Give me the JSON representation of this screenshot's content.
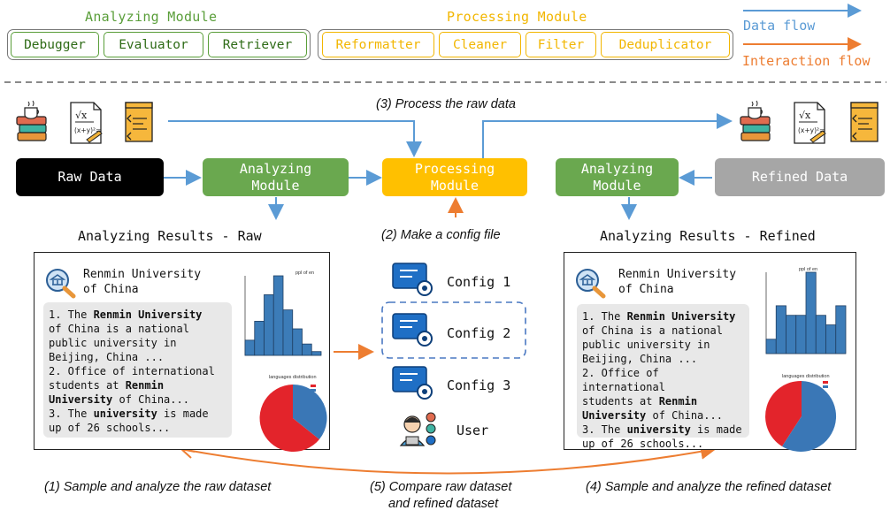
{
  "legend": {
    "analyzing_module_title": "Analyzing Module",
    "processing_module_title": "Processing Module",
    "analyzing_tools": [
      "Debugger",
      "Evaluator",
      "Retriever"
    ],
    "processing_tools": [
      "Reformatter",
      "Cleaner",
      "Filter",
      "Deduplicator"
    ],
    "data_flow_label": "Data flow",
    "interaction_flow_label": "Interaction flow"
  },
  "flow": {
    "raw_data": "Raw Data",
    "analyzing_module_left": [
      "Analyzing",
      "Module"
    ],
    "processing_module": [
      "Processing",
      "Module"
    ],
    "analyzing_module_right": [
      "Analyzing",
      "Module"
    ],
    "refined_data": "Refined Data"
  },
  "steps": {
    "step1": "(1) Sample and analyze the raw dataset",
    "step2": "(2) Make a config file",
    "step3": "(3) Process the raw data",
    "step4": "(4) Sample and analyze the refined dataset",
    "step5_line1": "(5) Compare raw dataset",
    "step5_line2": "and refined dataset"
  },
  "results_raw": {
    "title": "Analyzing Results - Raw",
    "institution_line1": "Renmin University",
    "institution_line2": "of China",
    "hist_title": "ppl of en",
    "pie_title": "languages distribution",
    "hist_values": [
      4,
      9,
      16,
      21,
      12,
      7,
      3,
      1
    ]
  },
  "results_refined": {
    "title": "Analyzing Results - Refined",
    "institution_line1": "Renmin University",
    "institution_line2": "of China",
    "hist_title": "ppl of en",
    "pie_title": "languages distribution",
    "hist_values": [
      3,
      10,
      8,
      8,
      17,
      8,
      6,
      10
    ]
  },
  "sample_text_lines": [
    [
      {
        "t": "1. The "
      },
      {
        "t": "Renmin University",
        "b": true
      }
    ],
    [
      {
        "t": "of China is a national"
      }
    ],
    [
      {
        "t": "public university in"
      }
    ],
    [
      {
        "t": "Beijing, China ..."
      }
    ],
    [
      {
        "t": "2. Office of international"
      }
    ],
    [
      {
        "t": "students at "
      },
      {
        "t": "Renmin",
        "b": true
      }
    ],
    [
      {
        "t": "University",
        "b": true
      },
      {
        "t": " of China..."
      }
    ],
    [
      {
        "t": "3. The "
      },
      {
        "t": "university",
        "b": true
      },
      {
        "t": " is made"
      }
    ],
    [
      {
        "t": "up of 26 schools..."
      }
    ]
  ],
  "configs": [
    "Config 1",
    "Config 2",
    "Config 3"
  ],
  "user_label": "User",
  "colors": {
    "green_module": "#6aa84f",
    "processing_yellow": "#ffc000",
    "raw_black": "#000000",
    "refined_gray": "#a6a6a6",
    "data_flow_blue": "#5b9bd5",
    "interaction_orange": "#ed7d31",
    "hist_bar": "#3c7cb8",
    "pie_blue": "#3a77b6",
    "pie_red": "#e3242b"
  },
  "icons": [
    "books-icon",
    "math-document-icon",
    "code-document-icon",
    "search-university-icon",
    "config-gear-icon",
    "user-icon"
  ]
}
